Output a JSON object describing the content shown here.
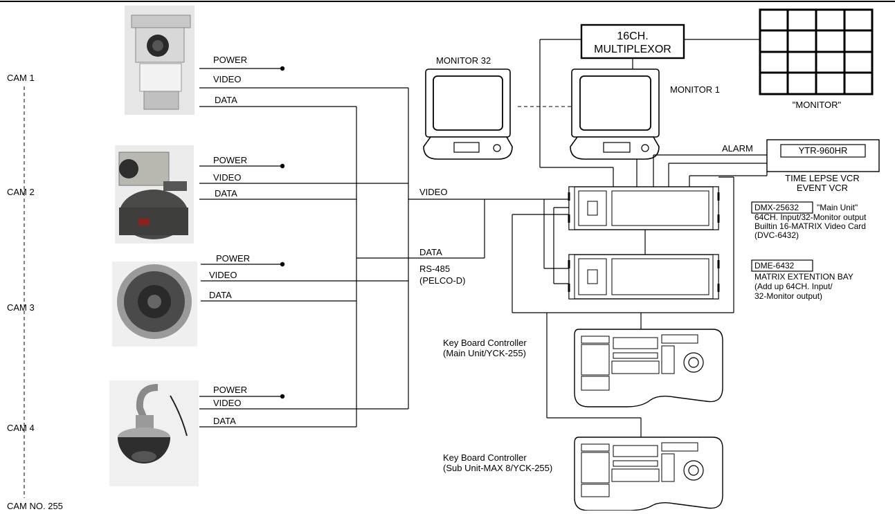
{
  "cameras": [
    {
      "label": "CAM 1",
      "photo": "outdoor-housing-ptz-camera",
      "power": "POWER",
      "video": "VIDEO",
      "data": "DATA"
    },
    {
      "label": "CAM 2",
      "photo": "box-camera-on-pan-tilt",
      "power": "POWER",
      "video": "VIDEO",
      "data": "DATA"
    },
    {
      "label": "CAM 3",
      "photo": "dome-camera",
      "power": "POWER",
      "video": "VIDEO",
      "data": "DATA"
    },
    {
      "label": "CAM 4",
      "photo": "speed-dome-camera-pendant",
      "power": "POWER",
      "video": "VIDEO",
      "data": "DATA"
    }
  ],
  "cam_last": "CAM NO. 255",
  "bus": {
    "video": "VIDEO",
    "data": "DATA",
    "rs485_line1": "RS-485",
    "rs485_line2": "(PELCO-D)"
  },
  "monitor32": "MONITOR 32",
  "monitor1": "MONITOR 1",
  "multiplexor_line1": "16CH.",
  "multiplexor_line2": "MULTIPLEXOR",
  "monitor_grid_label": "\"MONITOR\"",
  "alarm": "ALARM",
  "vcr": {
    "model": "YTR-960HR",
    "line1": "TIME LEPSE VCR",
    "line2": "EVENT VCR"
  },
  "main_unit": {
    "model": "DMX-25632",
    "name": "\"Main Unit\"",
    "line1": "64CH. Input/32-Monitor output",
    "line2": "Builtin 16-MATRIX Video Card",
    "line3": "(DVC-6432)"
  },
  "ext_bay": {
    "model": "DME-6432",
    "line1": "MATRIX EXTENTION BAY",
    "line2": "(Add up 64CH. Input/",
    "line3": "32-Monitor output)"
  },
  "kb_main": {
    "line1": "Key Board Controller",
    "line2": "(Main Unit/YCK-255)"
  },
  "kb_sub": {
    "line1": "Key Board Controller",
    "line2": "(Sub Unit-MAX 8/YCK-255)"
  }
}
